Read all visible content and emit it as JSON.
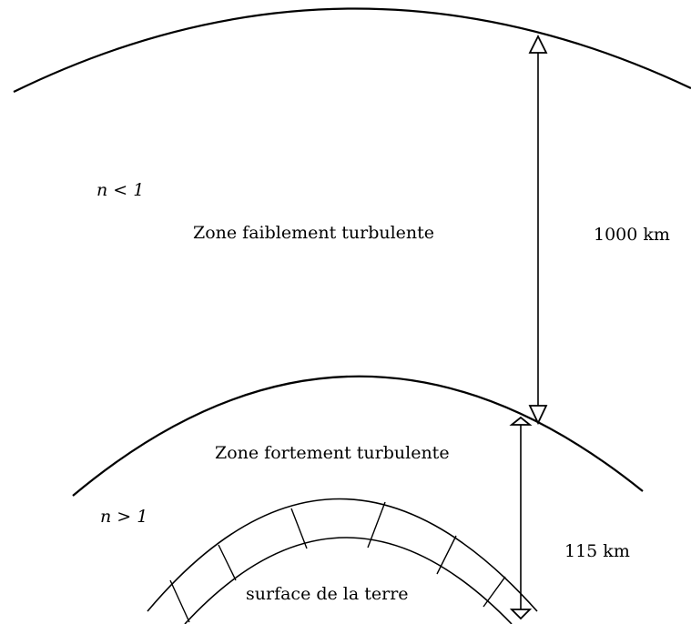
{
  "labels": {
    "n_less": "n < 1",
    "n_greater": "n > 1",
    "weak_zone": "Zone faiblement turbulente",
    "strong_zone": "Zone fortement turbulente",
    "surface": "surface de la terre",
    "dist_upper": "1000 km",
    "dist_lower": "115 km"
  },
  "colors": {
    "stroke": "#000000",
    "background": "#ffffff"
  }
}
